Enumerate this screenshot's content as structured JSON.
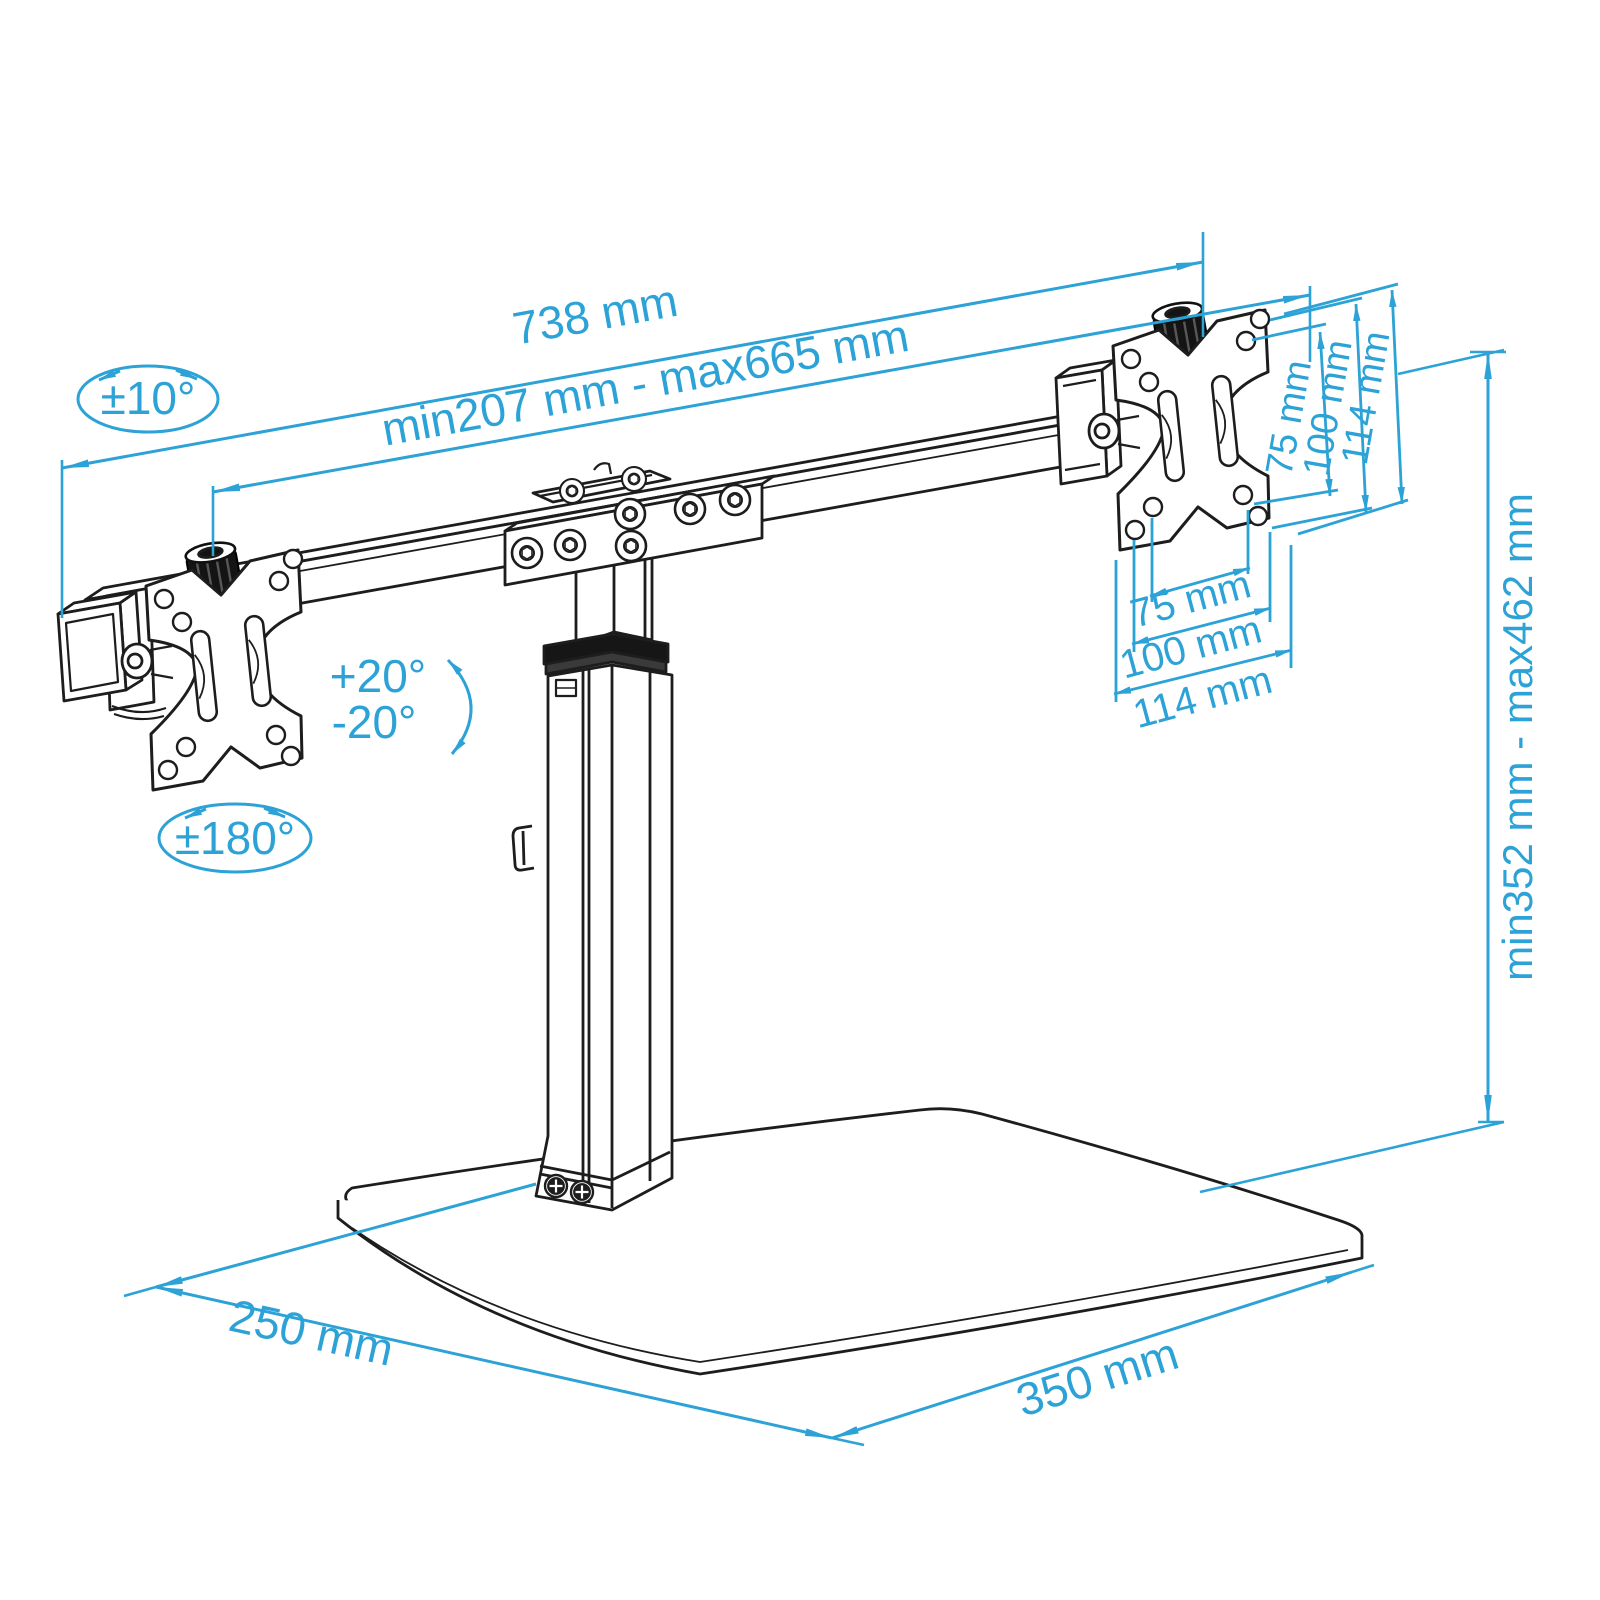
{
  "diagram": {
    "title": "dual-monitor-stand-dimension-drawing",
    "colors": {
      "dimension_cyan": "#2CA2D6",
      "line_black": "#1D1D1D",
      "knob_black": "#141414",
      "background": "#FFFFFF"
    },
    "labels": {
      "dim_738": "738 mm",
      "dim_span": "min207 mm - max665 mm",
      "tilt_range": "±10°",
      "swivel_up": "+20°",
      "swivel_down": "-20°",
      "rotation": "±180°",
      "vesa_v": [
        "75 mm",
        "100 mm",
        "114 mm"
      ],
      "vesa_h": [
        "75 mm",
        "100 mm",
        "114 mm"
      ],
      "height_range": "min352 mm - max462 mm",
      "base_depth": "250 mm",
      "base_width": "350 mm"
    }
  }
}
